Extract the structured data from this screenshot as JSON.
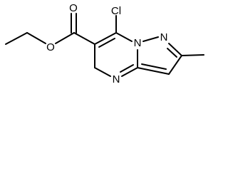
{
  "molecule": {
    "atoms": {
      "cl": "Cl",
      "o_carbonyl": "O",
      "o_ester": "O",
      "n_bridge": "N",
      "n_pyrazole": "N",
      "n_pyrimidine": "N"
    },
    "colors": {
      "bond": "#000000",
      "label": "#000000",
      "background": "#ffffff"
    }
  }
}
